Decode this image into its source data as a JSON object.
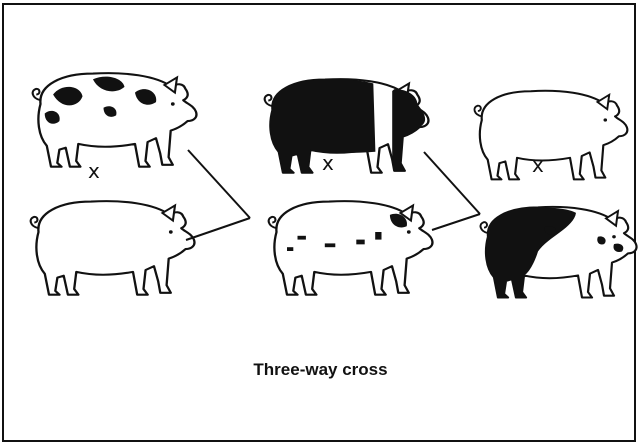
{
  "diagram": {
    "caption": "Three-way cross",
    "cross_symbol": "x",
    "colors": {
      "ink": "#111111",
      "background": "#ffffff"
    },
    "pigs": [
      {
        "id": "parent-1a",
        "pattern": "spotted"
      },
      {
        "id": "parent-1b",
        "pattern": "white"
      },
      {
        "id": "f1-crossbred",
        "pattern": "white-with-small-spots"
      },
      {
        "id": "parent-2a",
        "pattern": "belted-black"
      },
      {
        "id": "parent-3a",
        "pattern": "white"
      },
      {
        "id": "final-three-way",
        "pattern": "mostly-black-spotted"
      }
    ]
  }
}
